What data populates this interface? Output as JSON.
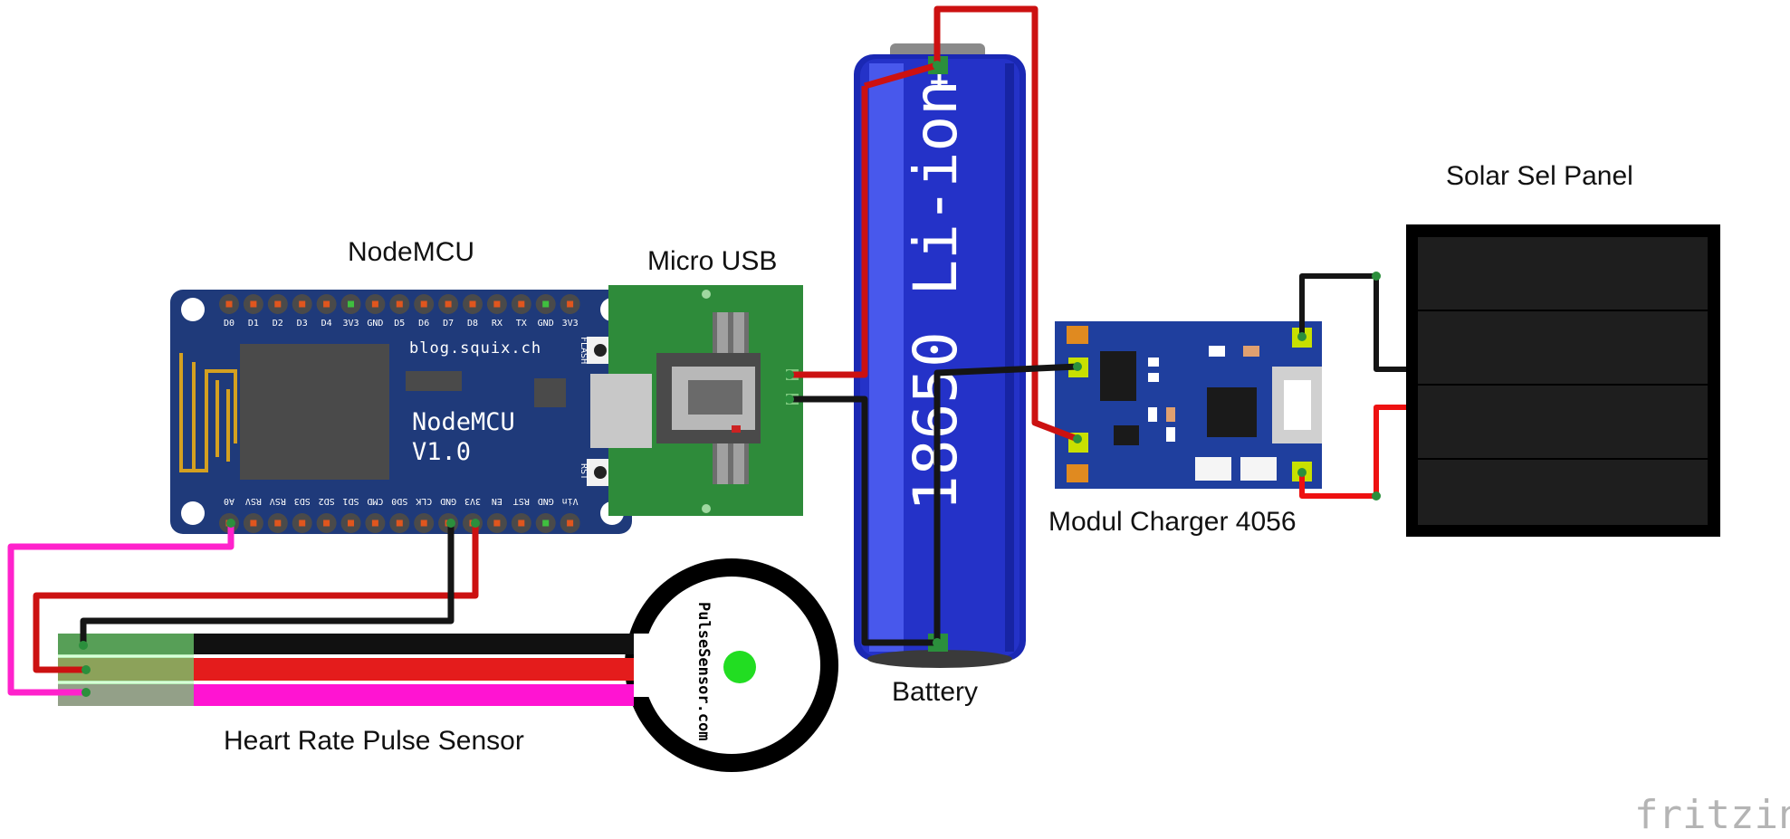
{
  "labels": {
    "nodemcu": "NodeMCU",
    "micro_usb": "Micro USB",
    "battery": "Battery",
    "charger": "Modul Charger 4056",
    "solar": "Solar Sel Panel",
    "pulse": "Heart Rate Pulse Sensor"
  },
  "nodemcu_board": {
    "site": "blog.squix.ch",
    "name_line1": "NodeMCU",
    "name_line2": "V1.0",
    "flash": "FLASH",
    "rst": "RST",
    "top_pins": [
      "D0",
      "D1",
      "D2",
      "D3",
      "D4",
      "3V3",
      "GND",
      "D5",
      "D6",
      "D7",
      "D8",
      "RX",
      "TX",
      "GND",
      "3V3"
    ],
    "bottom_pins": [
      "A0",
      "RSV",
      "RSV",
      "SD3",
      "SD2",
      "SD1",
      "CMD",
      "SD0",
      "CLK",
      "GND",
      "3V3",
      "EN",
      "RST",
      "GND",
      "Vin"
    ]
  },
  "battery_cell": {
    "model": "18650 Li-ion",
    "plus": "+",
    "minus": "–"
  },
  "pulse_sensor": {
    "brand": "PulseSensor.com"
  },
  "watermark": "fritzing",
  "colors": {
    "board_blue": "#1f3a7a",
    "pcb_green": "#2e8b3a",
    "battery_blue": "#2432c8",
    "wire_red": "#cc1111",
    "wire_black": "#151515",
    "wire_pink": "#ff22cc",
    "panel": "#1e1e1e",
    "led_green": "#22dd22"
  }
}
